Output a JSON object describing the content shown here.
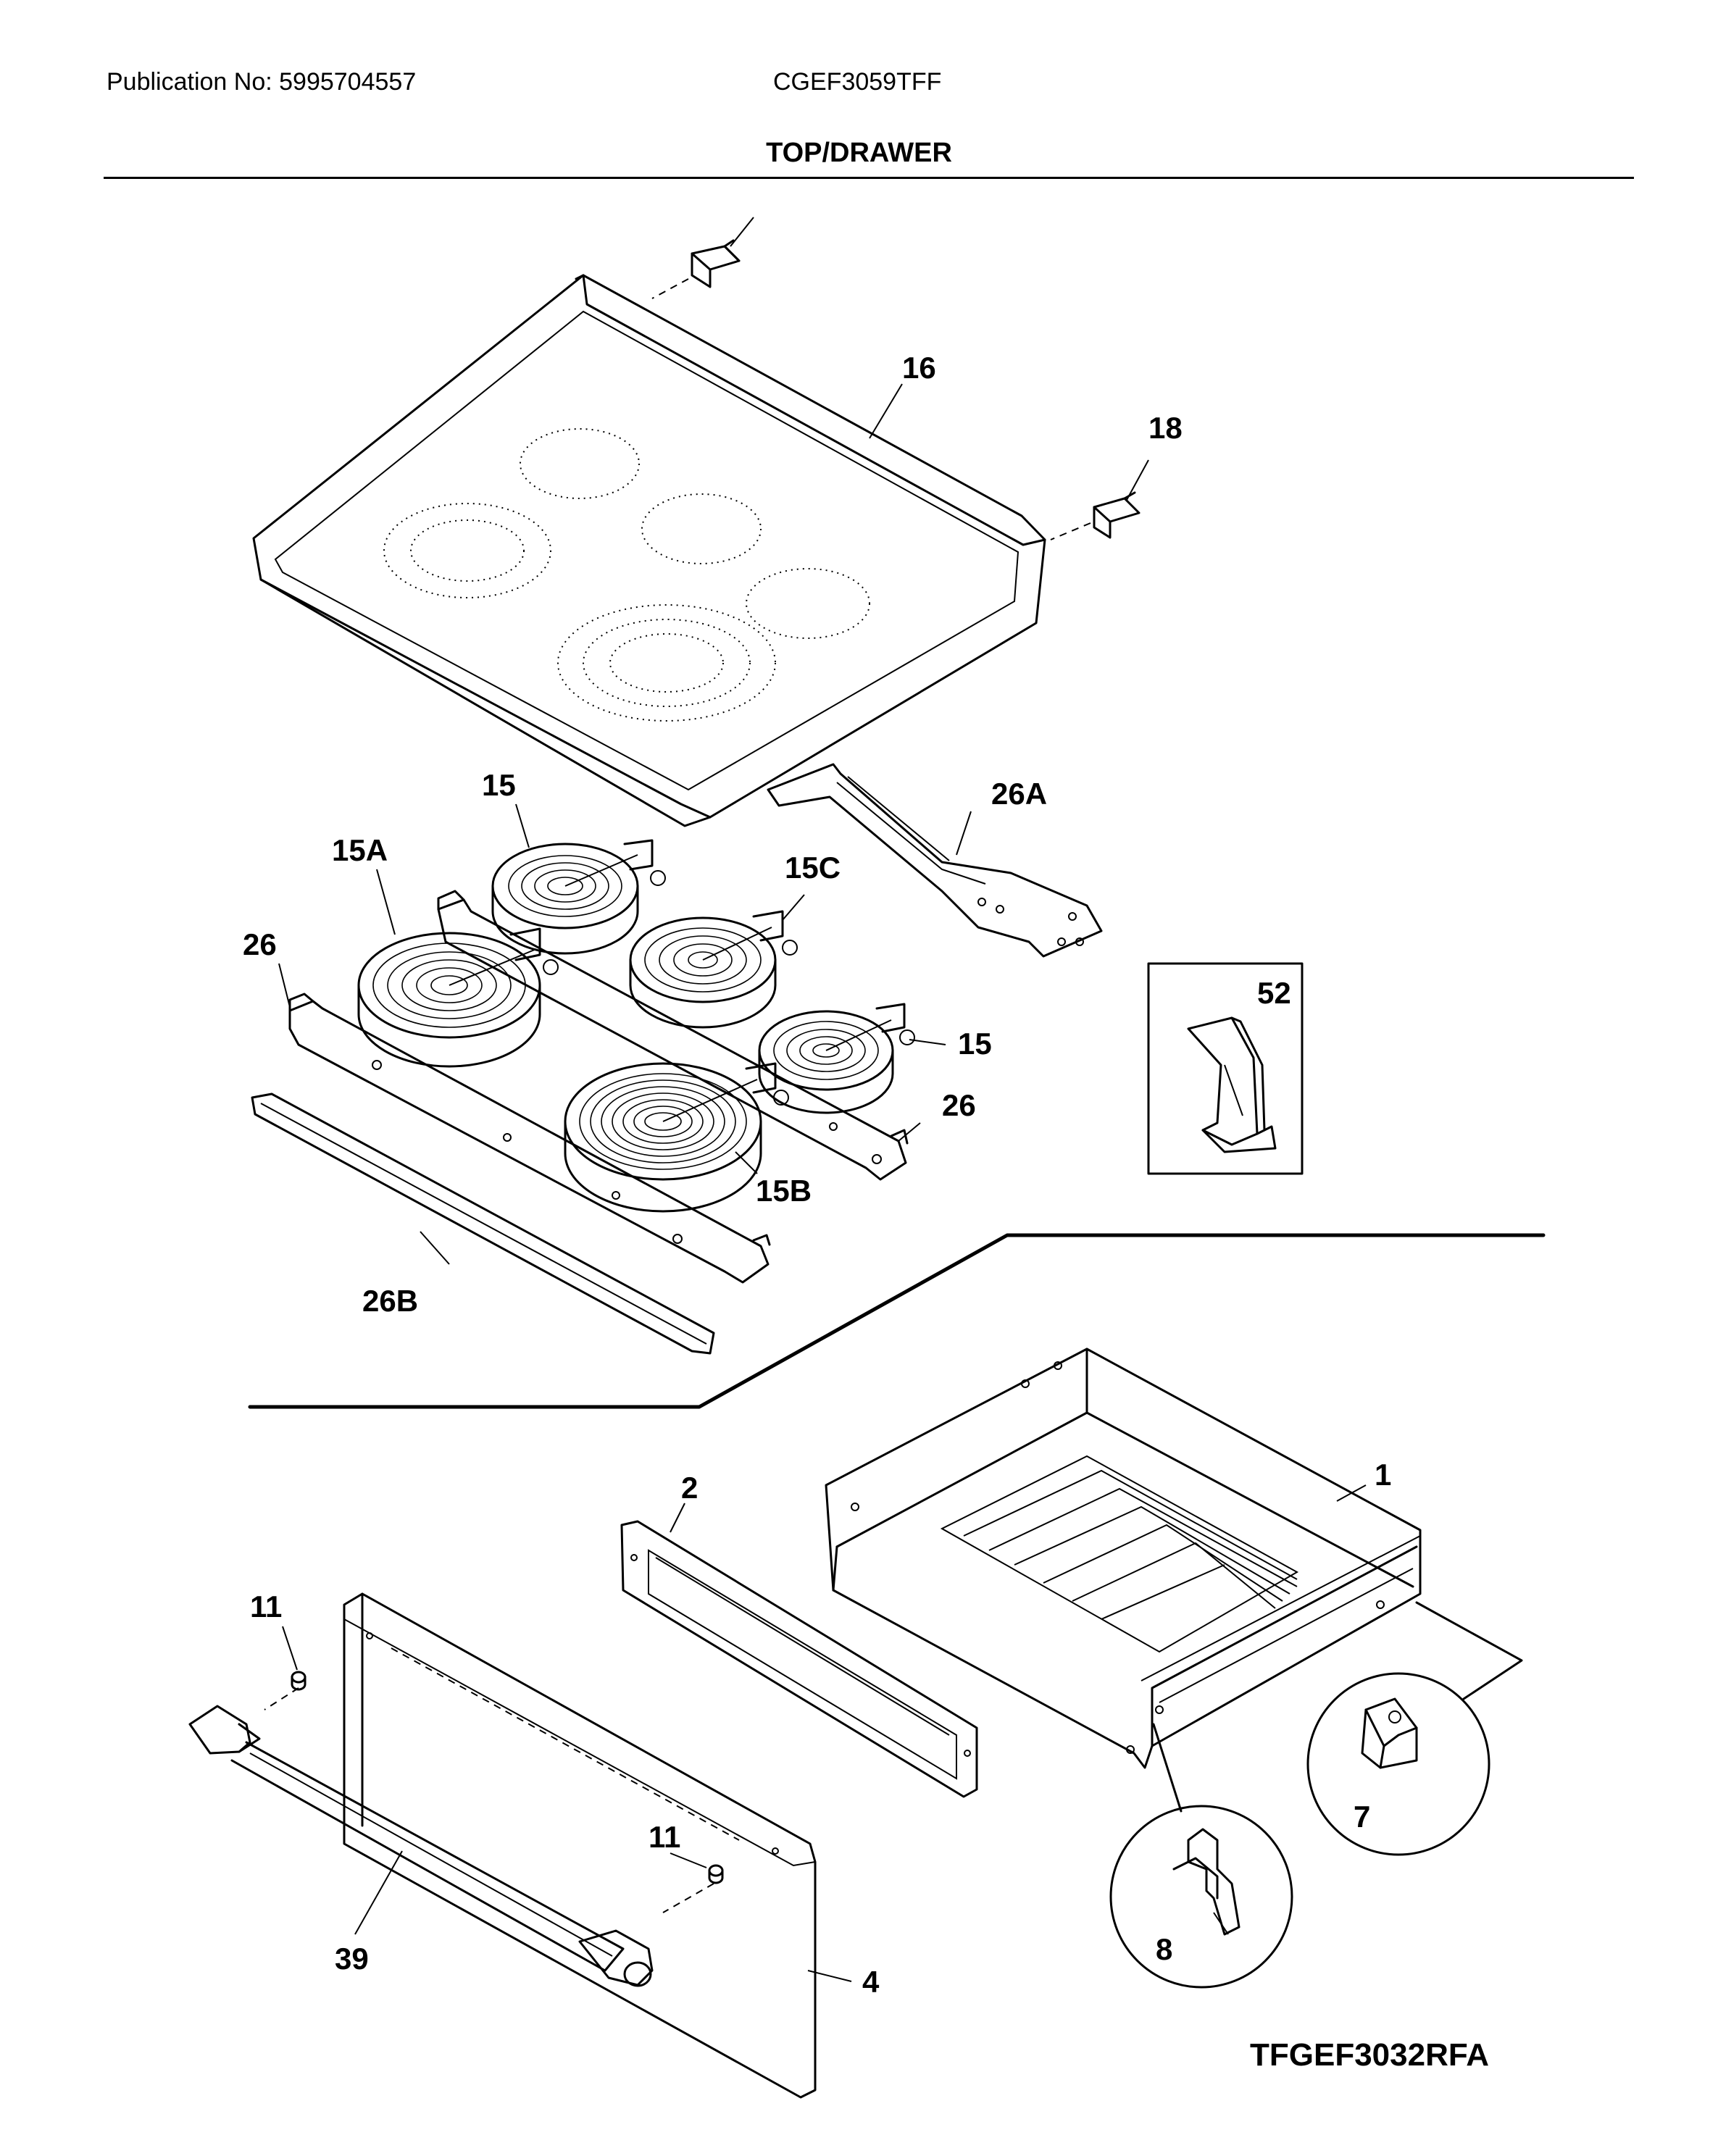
{
  "header": {
    "publication": "Publication No: 5995704557",
    "model": "CGEF3059TFF",
    "section_title": "TOP/DRAWER"
  },
  "figure_id": "TFGEF3032RFA",
  "callouts": {
    "c16": "16",
    "c18": "18",
    "c15_top": "15",
    "c15a": "15A",
    "c15c": "15C",
    "c26a": "26A",
    "c26_left": "26",
    "c15_right": "15",
    "c26_right": "26",
    "c15b": "15B",
    "c26b": "26B",
    "c52": "52",
    "c1": "1",
    "c2": "2",
    "c11_left": "11",
    "c11_right": "11",
    "c39": "39",
    "c4": "4",
    "c7": "7",
    "c8": "8"
  }
}
